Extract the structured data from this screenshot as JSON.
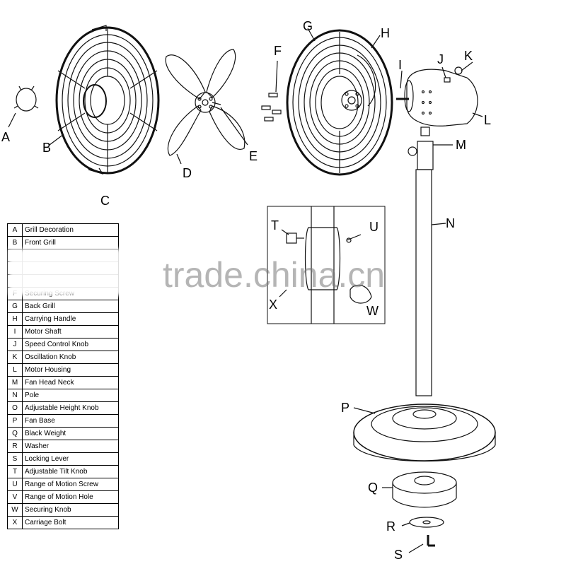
{
  "callouts": {
    "A": "A",
    "B": "B",
    "C": "C",
    "D": "D",
    "E": "E",
    "F": "F",
    "G": "G",
    "H": "H",
    "I": "I",
    "J": "J",
    "K": "K",
    "L": "L",
    "M": "M",
    "N": "N",
    "P": "P",
    "Q": "Q",
    "R": "R",
    "S": "S",
    "T": "T",
    "U": "U",
    "W": "W",
    "X": "X"
  },
  "parts": [
    {
      "code": "A",
      "name": "Grill Decoration"
    },
    {
      "code": "B",
      "name": "Front Grill"
    },
    {
      "code": "",
      "name": ""
    },
    {
      "code": "",
      "name": ""
    },
    {
      "code": "",
      "name": ""
    },
    {
      "code": "F",
      "name": "Securing Screw"
    },
    {
      "code": "G",
      "name": "Back Grill"
    },
    {
      "code": "H",
      "name": "Carrying Handle"
    },
    {
      "code": "I",
      "name": "Motor Shaft"
    },
    {
      "code": "J",
      "name": "Speed Control Knob"
    },
    {
      "code": "K",
      "name": "Oscillation Knob"
    },
    {
      "code": "L",
      "name": "Motor Housing"
    },
    {
      "code": "M",
      "name": "Fan Head Neck"
    },
    {
      "code": "N",
      "name": "Pole"
    },
    {
      "code": "O",
      "name": "Adjustable Height Knob"
    },
    {
      "code": "P",
      "name": "Fan Base"
    },
    {
      "code": "Q",
      "name": "Black Weight"
    },
    {
      "code": "R",
      "name": "Washer"
    },
    {
      "code": "S",
      "name": "Locking Lever"
    },
    {
      "code": "T",
      "name": "Adjustable Tilt Knob"
    },
    {
      "code": "U",
      "name": "Range of Motion Screw"
    },
    {
      "code": "V",
      "name": "Range of Motion Hole"
    },
    {
      "code": "W",
      "name": "Securing Knob"
    },
    {
      "code": "X",
      "name": "Carriage Bolt"
    }
  ],
  "watermark": "trade.china.cn"
}
